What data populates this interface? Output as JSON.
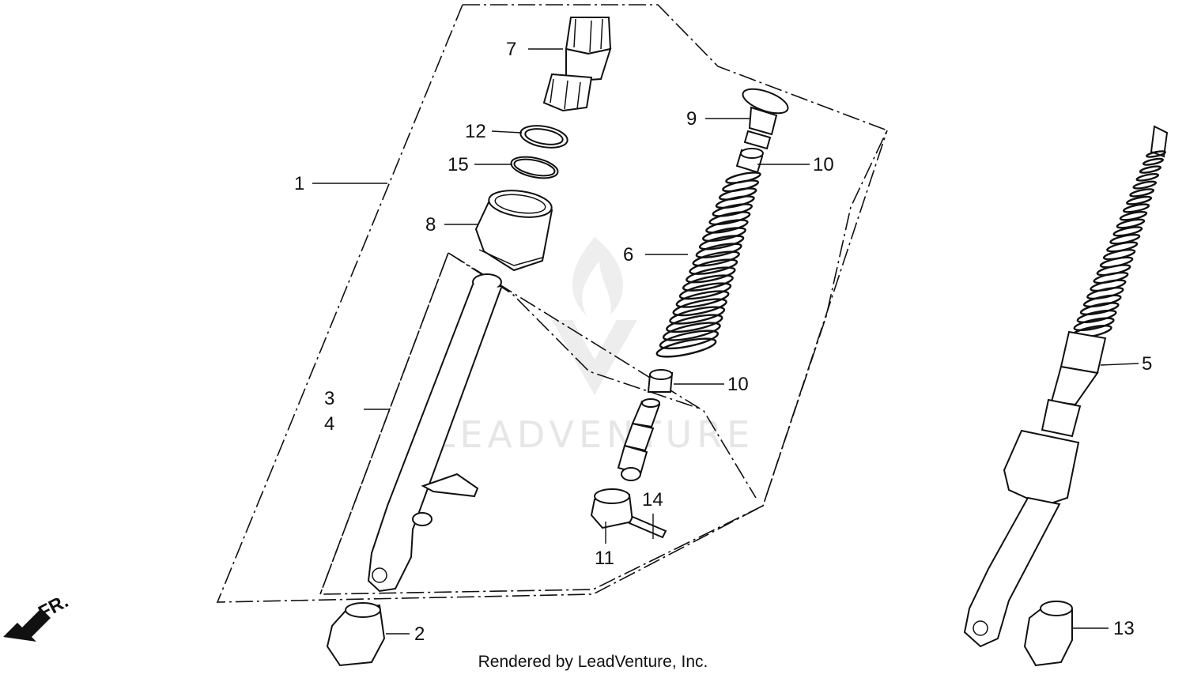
{
  "footer": {
    "text": "Rendered by LeadVenture, Inc."
  },
  "watermark": {
    "text": "LEADVENTURE",
    "icon": "flame-v-logo"
  },
  "direction": {
    "label": "FR."
  },
  "callouts": {
    "c1": "1",
    "c2": "2",
    "c3": "3",
    "c4": "4",
    "c5": "5",
    "c6": "6",
    "c7": "7",
    "c8": "8",
    "c9": "9",
    "c10a": "10",
    "c10b": "10",
    "c11": "11",
    "c12": "12",
    "c13": "13",
    "c14": "14",
    "c15": "15"
  }
}
